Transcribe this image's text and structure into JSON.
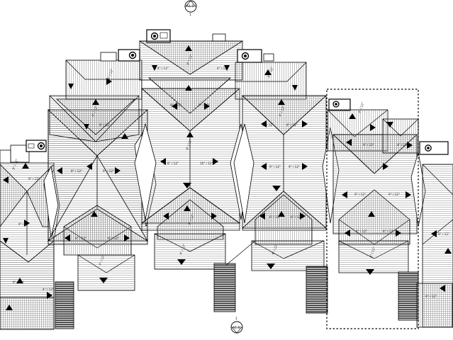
{
  "plan": {
    "section_marker_top": {
      "id": "A1.0",
      "sheet": "1"
    },
    "section_marker_bottom": {
      "id": "A1.0",
      "sheet": "1"
    },
    "pitch_labels": [
      "4\" / 12\"",
      "6\" / 12\"",
      "8\" / 12\"",
      "9\" / 12\"",
      "10\" / 12\"",
      "12\" / 12\""
    ],
    "roof_pitch_common": "6\" / 12\"",
    "roof_pitch_steep": "9\" / 12\"",
    "roof_pitch_low": "4\" / 12\"",
    "roof_pitch_mid": "10\" / 12\"",
    "colors": {
      "line": "#000000",
      "hatch": "#9a9a9a",
      "paper": "#ffffff",
      "stair": "#555555"
    }
  }
}
